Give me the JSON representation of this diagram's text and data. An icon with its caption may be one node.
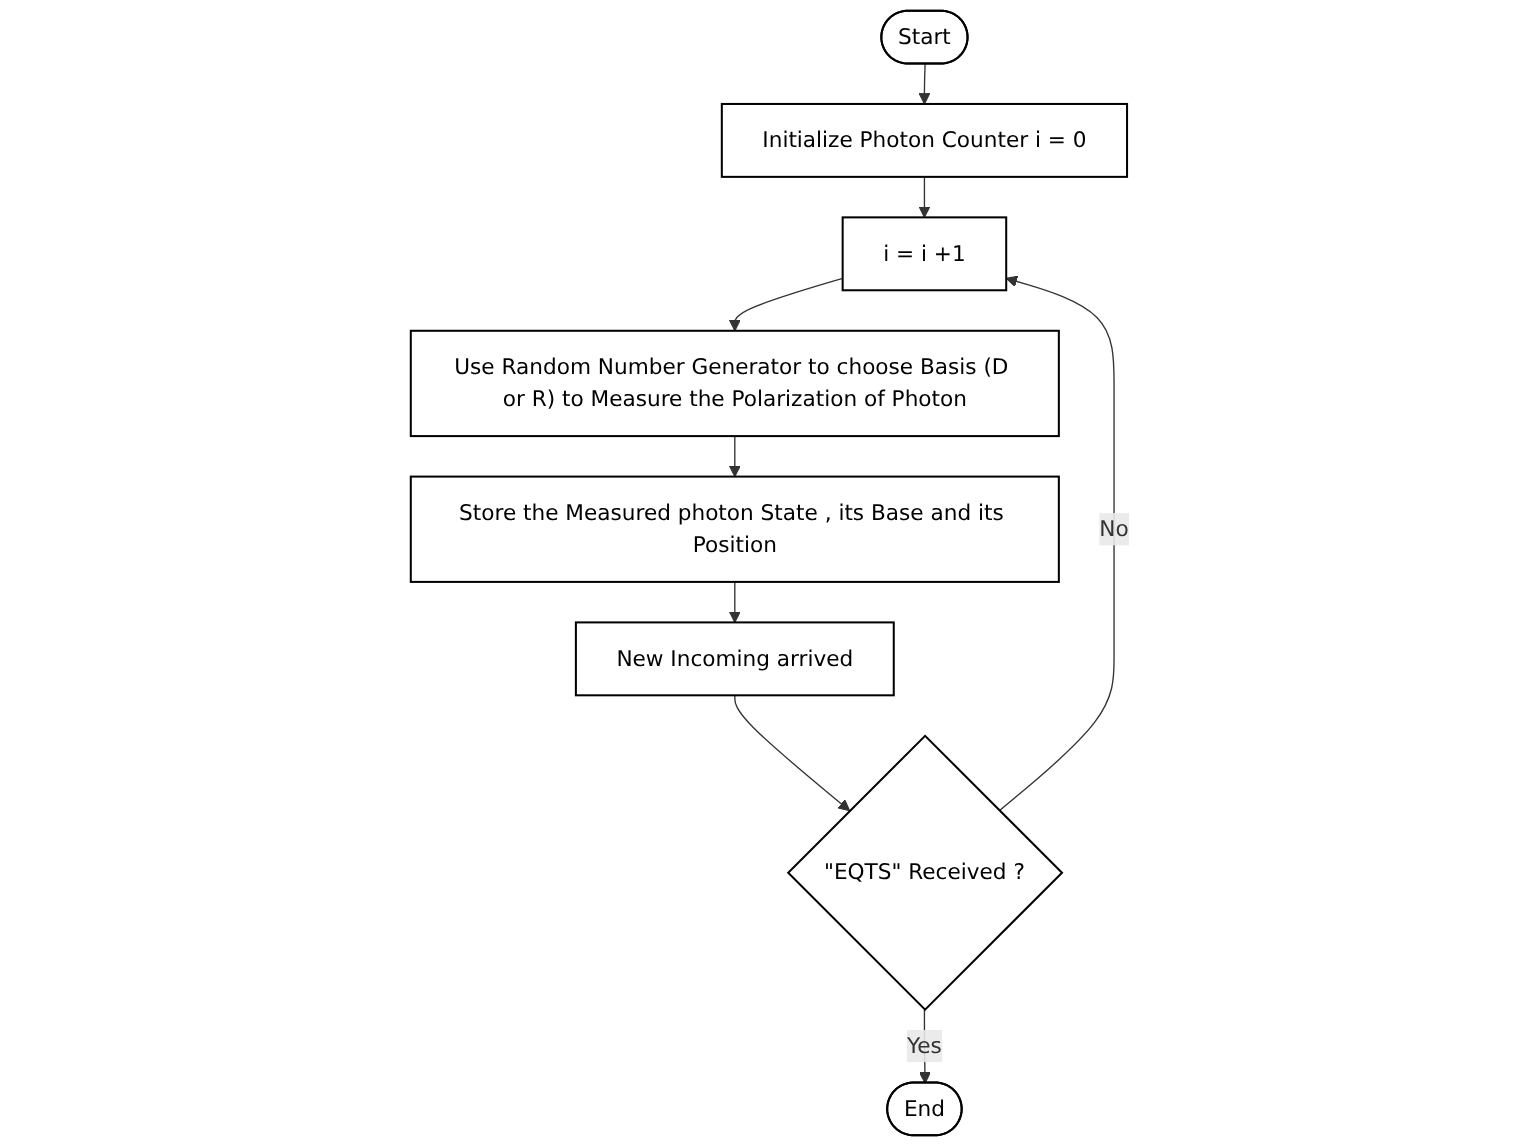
{
  "diagram": {
    "nodes": [
      {
        "text": [
          "Start"
        ]
      },
      {
        "text": [
          "Initialize Photon Counter  i = 0"
        ]
      },
      {
        "text": [
          "i = i +1"
        ]
      },
      {
        "text": [
          "Use Random Number Generator to choose Basis (D or R) to Measure the Polarization of Photon"
        ]
      },
      {
        "text": [
          "Store the Measured photon State , its Base and its Position"
        ]
      },
      {
        "text": [
          "New Incoming arrived"
        ]
      },
      {
        "text": [
          "\"EQTS\" Received ?"
        ]
      },
      {
        "text": [
          "End"
        ]
      }
    ],
    "edges": [
      {
        "from": 0,
        "to": 1,
        "arrow": "to"
      },
      {
        "from": 1,
        "to": 2,
        "arrow": "to"
      },
      {
        "from": 2,
        "to": 3,
        "arrow": "to"
      },
      {
        "from": 3,
        "to": 4,
        "arrow": "to"
      },
      {
        "from": 4,
        "to": 5,
        "arrow": "to"
      },
      {
        "from": 5,
        "to": 6,
        "arrow": "to"
      },
      {
        "from": 6,
        "to": 7,
        "arrow": "to",
        "label": "Yes"
      },
      {
        "from": 6,
        "to": 2,
        "arrow": "to",
        "label": "No"
      }
    ]
  }
}
